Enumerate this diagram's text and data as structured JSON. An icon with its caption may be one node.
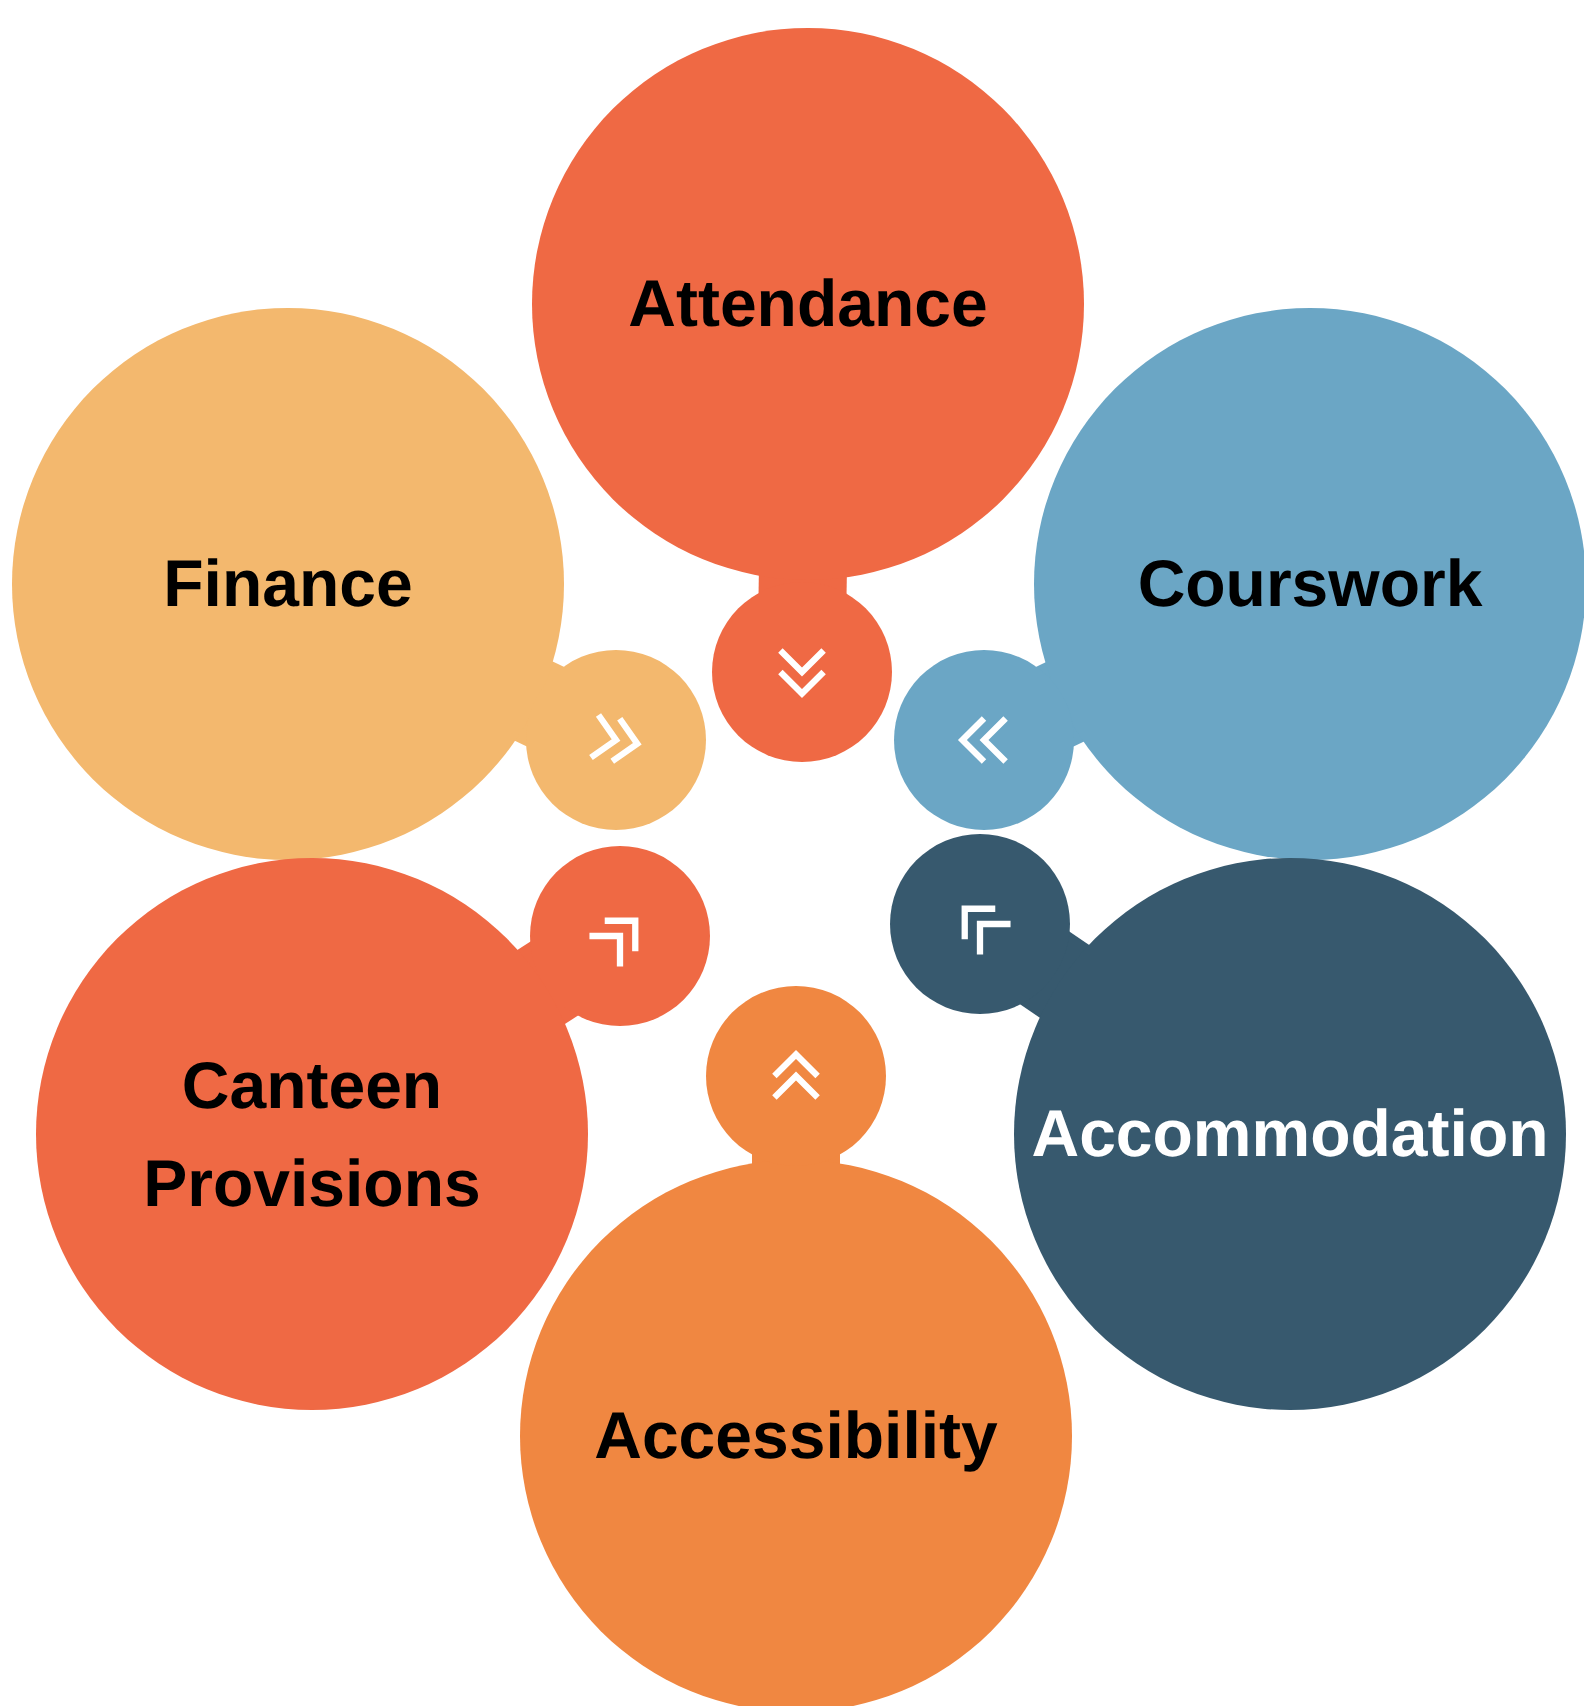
{
  "diagram": {
    "nodes": [
      {
        "text": [
          "Attendance"
        ]
      },
      {
        "text": [
          "Finance"
        ]
      },
      {
        "text": [
          "Courswork"
        ]
      },
      {
        "text": [
          "Canteen Provisions"
        ]
      },
      {
        "text": [
          "Accommodation"
        ]
      },
      {
        "text": [
          "Accessibility"
        ]
      }
    ]
  }
}
